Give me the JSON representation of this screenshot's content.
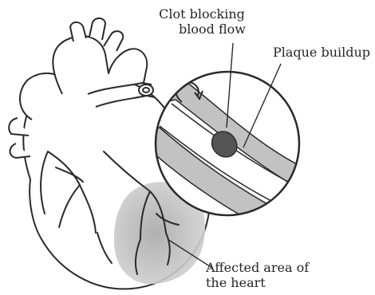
{
  "labels": {
    "clot": {
      "line1": "Clot blocking",
      "line2": "blood flow"
    },
    "plaque": "Plaque buildup",
    "affected": {
      "line1": "Affected area of",
      "line2": "the heart"
    }
  },
  "colors": {
    "line": "#2a2a2a",
    "affected_shade": "#9e9e9e",
    "artery_wall": "#b8b8b8",
    "plaque": "#555555"
  }
}
